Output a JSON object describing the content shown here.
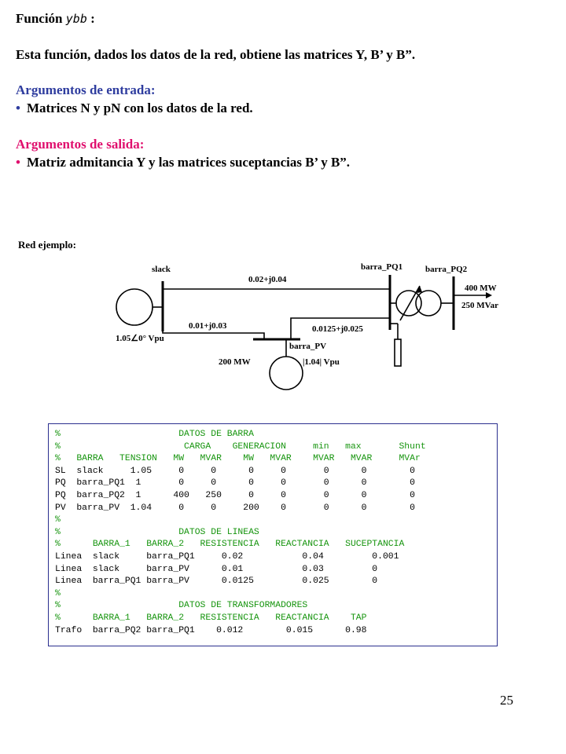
{
  "heading": {
    "prefix": "Función",
    "code": "ybb",
    "suffix": " :"
  },
  "description": "Esta función, dados los datos de la red, obtiene las matrices Y, B’ y B”.",
  "inputs": {
    "title": "Argumentos de entrada:",
    "bullet": "•",
    "item": "Matrices N y pN con los datos de la red."
  },
  "outputs": {
    "title": "Argumentos de salida:",
    "bullet": "•",
    "item": "Matriz admitancia Y y las matrices suceptancias B’ y B”."
  },
  "diagram": {
    "caption": "Red ejemplo:",
    "labels": {
      "slack": "slack",
      "barra_pq1": "barra_PQ1",
      "barra_pq2": "barra_PQ2",
      "line_slack_pq1": "0.02+j0.04",
      "line_slack_pv": "0.01+j0.03",
      "line_pq1_pv": "0.0125+j0.025",
      "barra_pv": "barra_PV",
      "slack_voltage": "1.05∠0° Vpu",
      "pv_power": "200 MW",
      "pv_voltage": "|1.04| Vpu",
      "load_mw": "400 MW",
      "load_mvar": "250 MVar"
    }
  },
  "code_lines": [
    {
      "t": "%                      DATOS DE BARRA",
      "c": "comment"
    },
    {
      "t": "%                       CARGA    GENERACION     min   max       Shunt",
      "c": "comment"
    },
    {
      "t": "%   BARRA   TENSION   MW   MVAR    MW   MVAR    MVAR   MVAR     MVAr",
      "c": "comment"
    },
    {
      "t": "SL  slack     1.05     0     0      0     0       0      0        0",
      "c": "data"
    },
    {
      "t": "PQ  barra_PQ1  1       0     0      0     0       0      0        0",
      "c": "data"
    },
    {
      "t": "PQ  barra_PQ2  1      400   250     0     0       0      0        0",
      "c": "data"
    },
    {
      "t": "PV  barra_PV  1.04     0     0     200    0       0      0        0",
      "c": "data"
    },
    {
      "t": "%",
      "c": "comment"
    },
    {
      "t": "%                      DATOS DE LINEAS",
      "c": "comment"
    },
    {
      "t": "%      BARRA_1   BARRA_2   RESISTENCIA   REACTANCIA   SUCEPTANCIA",
      "c": "comment"
    },
    {
      "t": "Linea  slack     barra_PQ1     0.02           0.04         0.001",
      "c": "data"
    },
    {
      "t": "Linea  slack     barra_PV      0.01           0.03         0",
      "c": "data"
    },
    {
      "t": "Linea  barra_PQ1 barra_PV      0.0125         0.025        0",
      "c": "data"
    },
    {
      "t": "%",
      "c": "comment"
    },
    {
      "t": "%                      DATOS DE TRANSFORMADORES",
      "c": "comment"
    },
    {
      "t": "%      BARRA_1   BARRA_2   RESISTENCIA   REACTANCIA    TAP",
      "c": "comment"
    },
    {
      "t": "Trafo  barra_PQ2 barra_PQ1    0.012        0.015      0.98",
      "c": "data"
    }
  ],
  "page_number": "25"
}
